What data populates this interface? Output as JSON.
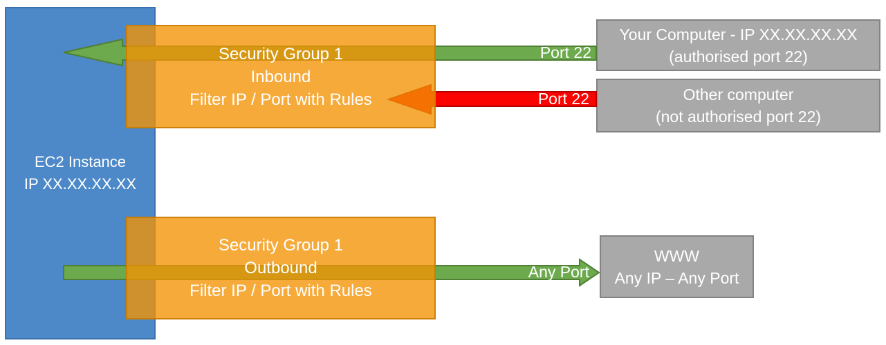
{
  "colors": {
    "background": "#ffffff",
    "text": "#ffffff",
    "blue": "#4d89c8",
    "blue-border": "#3b71ae",
    "green": "#6caa4d",
    "green-border": "#4f8034",
    "red": "#fb0300",
    "red-border": "#b30000",
    "gray": "#a9a9a9",
    "gray-border": "#838383",
    "orange": "rgba(243,146,3,0.78)",
    "orange-border": "rgba(197,122,0,0.85)"
  },
  "ec2_instance": {
    "name": "EC2 Instance",
    "ip": "IP XX.XX.XX.XX"
  },
  "inbound_group": {
    "title": "Security Group 1",
    "direction": "Inbound",
    "rule": "Filter IP / Port with Rules"
  },
  "outbound_group": {
    "title": "Security Group 1",
    "direction": "Outbound",
    "rule": "Filter IP / Port with Rules"
  },
  "your_computer": {
    "title": "Your Computer - IP XX.XX.XX.XX",
    "subtitle": "(authorised port 22)"
  },
  "other_computer": {
    "title": "Other computer",
    "subtitle": "(not authorised port 22)"
  },
  "www": {
    "title": "WWW",
    "subtitle": "Any IP – Any Port"
  },
  "arrows": {
    "inbound_allowed": {
      "label": "Port 22"
    },
    "inbound_blocked": {
      "label": "Port 22"
    },
    "outbound": {
      "label": "Any Port"
    }
  }
}
